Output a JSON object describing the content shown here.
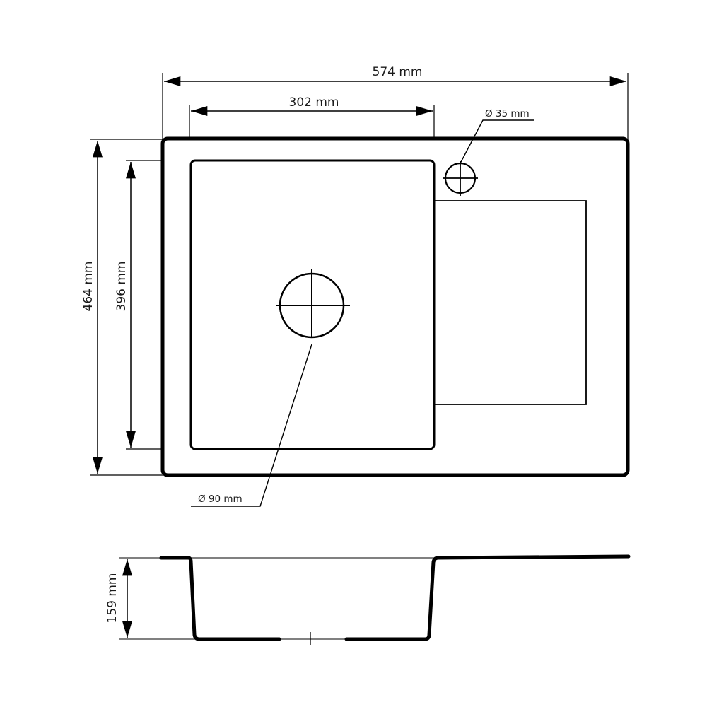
{
  "drawing": {
    "title": "Kitchen sink technical drawing",
    "stroke_color": "#000000",
    "background": "#ffffff"
  },
  "dimensions": {
    "overall_width": "574 mm",
    "bowl_width": "302 mm",
    "overall_depth": "464 mm",
    "bowl_depth": "396 mm",
    "bowl_height": "159 mm",
    "tap_hole_diameter": "Ø 35 mm",
    "drain_diameter": "Ø 90 mm"
  },
  "views": {
    "top_view": {
      "components": [
        "outer-rim",
        "bowl",
        "drainboard",
        "tap-hole",
        "drain-hole"
      ]
    },
    "side_view": {
      "components": [
        "rim-profile",
        "bowl-profile",
        "drainboard-profile"
      ]
    }
  }
}
